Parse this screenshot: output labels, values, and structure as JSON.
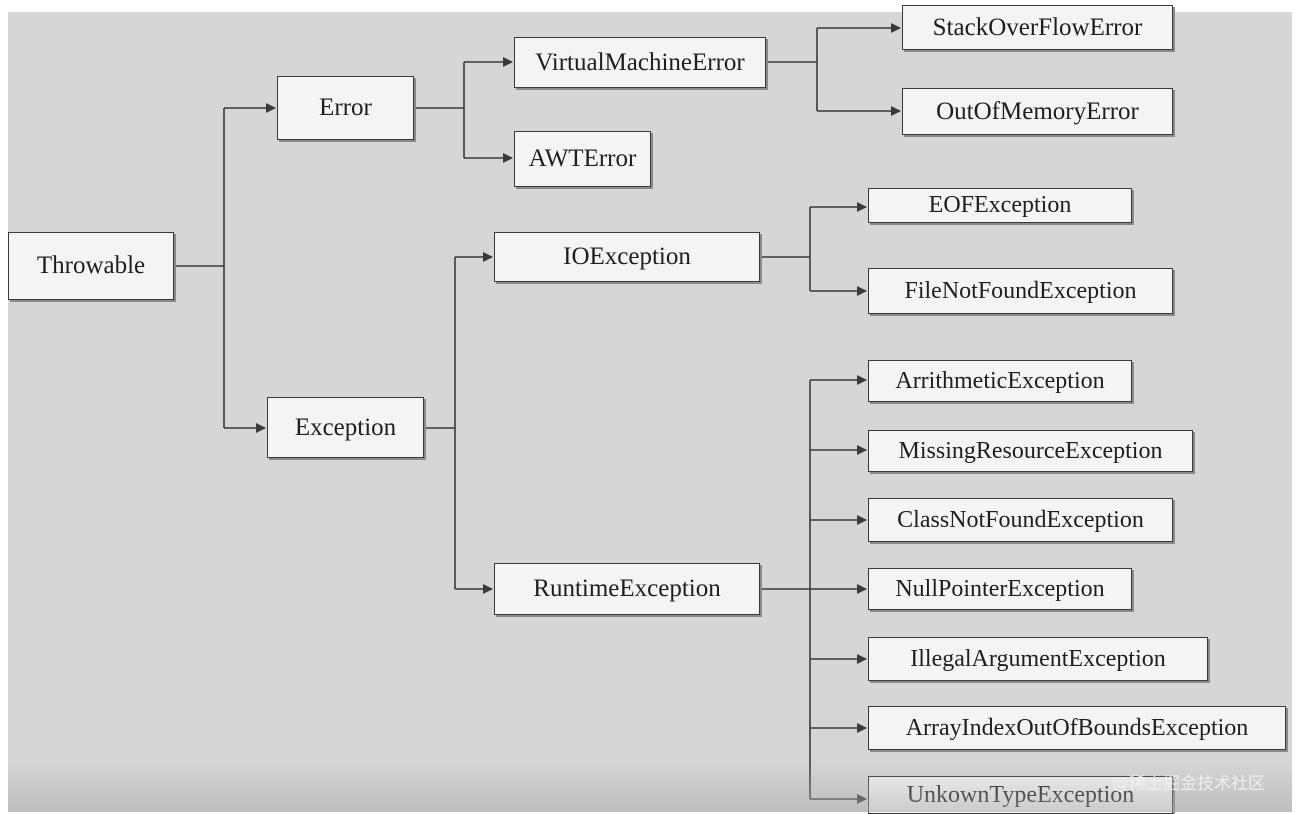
{
  "diagram": {
    "root": "Throwable",
    "error": {
      "label": "Error",
      "virtual_machine_error": "VirtualMachineError",
      "stack_overflow_error": "StackOverFlowError",
      "out_of_memory_error": "OutOfMemoryError",
      "awt_error": "AWTError"
    },
    "exception": {
      "label": "Exception",
      "io_exception": "IOException",
      "eof_exception": "EOFException",
      "file_not_found_exception": "FileNotFoundException",
      "runtime_exception": "RuntimeException",
      "arrithmetic_exception": "ArrithmeticException",
      "missing_resource_exception": "MissingResourceException",
      "class_not_found_exception": "ClassNotFoundException",
      "null_pointer_exception": "NullPointerException",
      "illegal_argument_exception": "IllegalArgumentException",
      "array_index_out_of_bounds_exception": "ArrayIndexOutOfBoundsException",
      "unkown_type_exception": "UnkownTypeException"
    }
  },
  "watermark": "@稀土掘金技术社区",
  "colors": {
    "background": "#d6d6d6",
    "node_fill": "#f4f4f4",
    "line": "#3a3a3a"
  }
}
